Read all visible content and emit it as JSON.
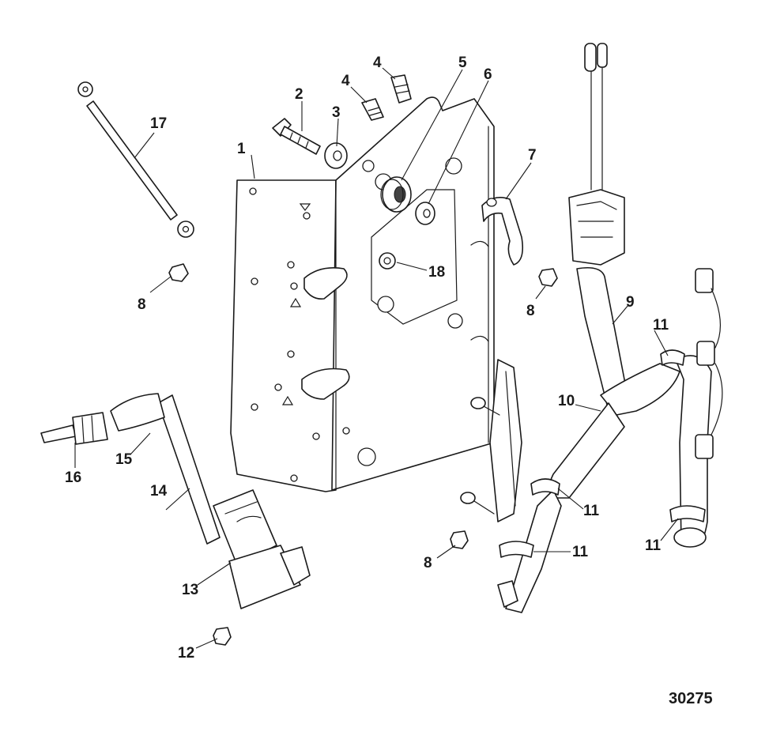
{
  "figure_number": "30275",
  "callouts": [
    {
      "id": "c1",
      "label": "1"
    },
    {
      "id": "c2",
      "label": "2"
    },
    {
      "id": "c3",
      "label": "3"
    },
    {
      "id": "c4a",
      "label": "4"
    },
    {
      "id": "c4b",
      "label": "4"
    },
    {
      "id": "c5",
      "label": "5"
    },
    {
      "id": "c6",
      "label": "6"
    },
    {
      "id": "c7",
      "label": "7"
    },
    {
      "id": "c8a",
      "label": "8"
    },
    {
      "id": "c8b",
      "label": "8"
    },
    {
      "id": "c8c",
      "label": "8"
    },
    {
      "id": "c9",
      "label": "9"
    },
    {
      "id": "c10",
      "label": "10"
    },
    {
      "id": "c11a",
      "label": "11"
    },
    {
      "id": "c11b",
      "label": "11"
    },
    {
      "id": "c11c",
      "label": "11"
    },
    {
      "id": "c11d",
      "label": "11"
    },
    {
      "id": "c12",
      "label": "12"
    },
    {
      "id": "c13",
      "label": "13"
    },
    {
      "id": "c14",
      "label": "14"
    },
    {
      "id": "c15",
      "label": "15"
    },
    {
      "id": "c16",
      "label": "16"
    },
    {
      "id": "c17",
      "label": "17"
    },
    {
      "id": "c18",
      "label": "18"
    }
  ]
}
